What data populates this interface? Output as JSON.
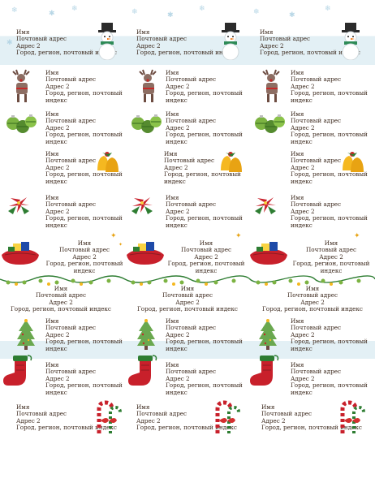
{
  "label": {
    "name": "Имя",
    "address": "Почтовый адрес",
    "address2": "Адрес 2",
    "city": "Город, регион, почтовый индекс",
    "city_part": "Город, регион, почтовый",
    "index_part": "индекс"
  },
  "rows": [
    {
      "theme": "snowman-icon"
    },
    {
      "theme": "reindeer-icon"
    },
    {
      "theme": "ornaments-icon"
    },
    {
      "theme": "bells-icon"
    },
    {
      "theme": "poinsettia-icon"
    },
    {
      "theme": "gift-sack-icon"
    },
    {
      "theme": "string-lights-icon"
    },
    {
      "theme": "christmas-tree-icon"
    },
    {
      "theme": "stocking-icon"
    },
    {
      "theme": "candy-canes-icon"
    }
  ],
  "colors": {
    "text": "#3d2a1e",
    "band": "#e3f0f5",
    "red": "#c8202b",
    "green": "#2f7d32",
    "gold": "#e8a313"
  }
}
